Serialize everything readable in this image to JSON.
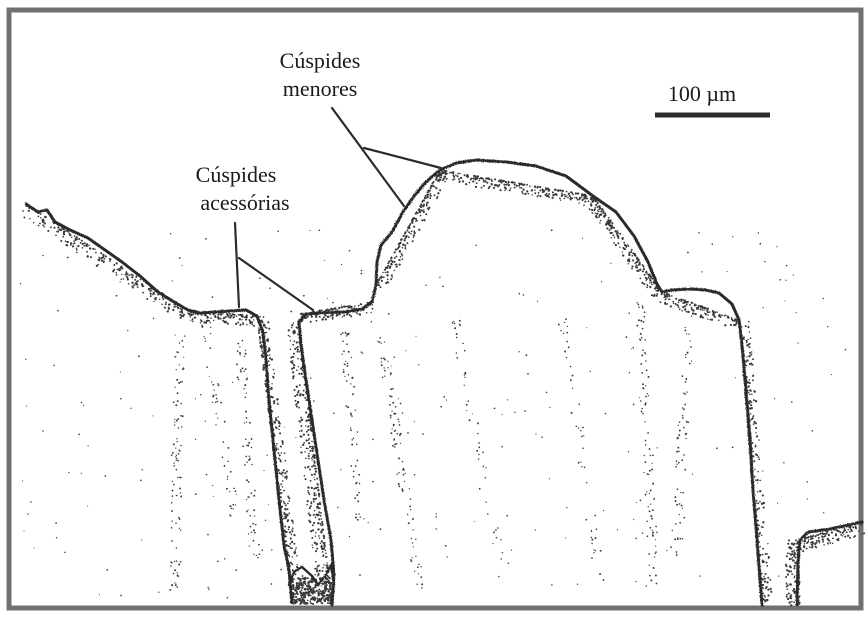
{
  "figure": {
    "label_minor_cusps_line1": "Cúspides",
    "label_minor_cusps_line2": "menores",
    "label_accessory_cusps_line1": "Cúspides",
    "label_accessory_cusps_line2": "acessórias",
    "scale_bar_label": "100 µm"
  },
  "colors": {
    "frame": "#6e6e6e",
    "outline": "#2b2b2b",
    "stipple": "#3a3a3a",
    "background": "#ffffff"
  }
}
